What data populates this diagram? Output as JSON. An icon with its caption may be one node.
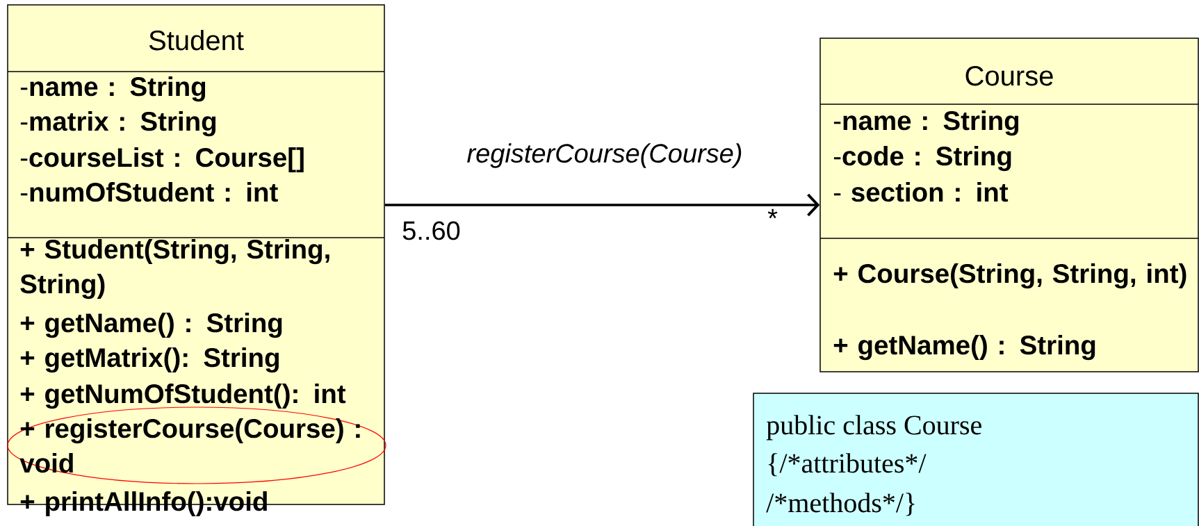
{
  "diagram": {
    "nodes": [
      {
        "text": [
          "Student",
          "-**name : String**",
          "-**matrix : String**",
          "-**courseList : Course[]**",
          "-**numOfStudent : int**",
          "**+ Student(String, String, String)**",
          "**+ getName() : String**",
          "**+ getMatrix(): String**",
          "**+ getNumOfStudent(): int**",
          "**+ registerCourse(Course) : void**",
          "**+ printAllInfo():void**"
        ]
      },
      {
        "text": [
          "Course",
          "-**name : String**",
          "-**code : String**",
          "- **section : int**",
          "**+ Course(String, String, int)**",
          "**+ getName() : String**"
        ]
      },
      {
        "text": [
          "public class Course",
          "{/*attributes*/",
          "/*methods*/}"
        ]
      }
    ],
    "edges": [
      {
        "from": 0,
        "to": 1,
        "arrow": "to",
        "label": "registerCourse(Course)"
      }
    ],
    "labels": [
      "5..60",
      "*"
    ]
  }
}
